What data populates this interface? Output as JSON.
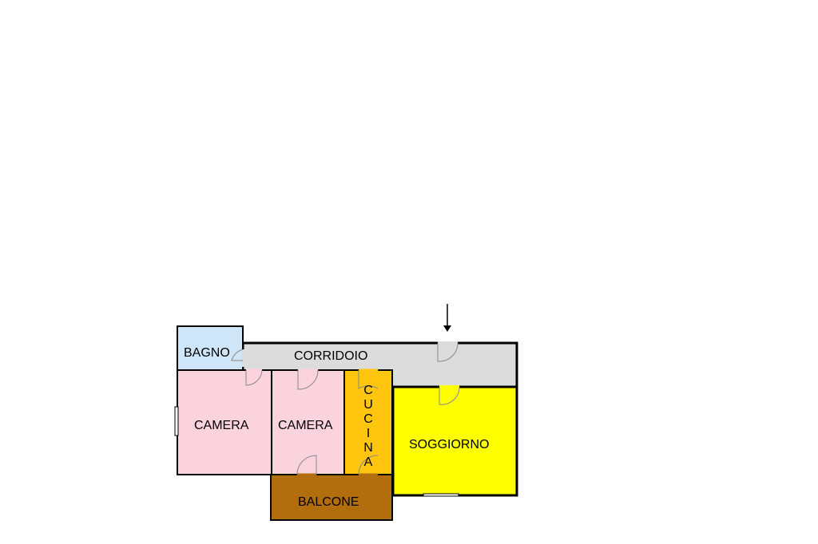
{
  "floorplan": {
    "rooms": {
      "bagno": {
        "label": "BAGNO",
        "color": "#cfe6f8"
      },
      "corridoio": {
        "label": "CORRIDOIO",
        "color": "#dcdcdc"
      },
      "camera_1": {
        "label": "CAMERA",
        "color": "#fbd3dc"
      },
      "camera_2": {
        "label": "CAMERA",
        "color": "#fbd3dc"
      },
      "cucina": {
        "letters": [
          "C",
          "U",
          "C",
          "I",
          "N",
          "A"
        ],
        "color": "#ffc50f"
      },
      "soggiorno": {
        "label": "SOGGIORNO",
        "color": "#ffff00"
      },
      "balcone": {
        "label": "BALCONE",
        "color": "#b26e0c"
      }
    },
    "colors": {
      "wall": "#000000",
      "door_panel": "#d9d9d9"
    }
  }
}
